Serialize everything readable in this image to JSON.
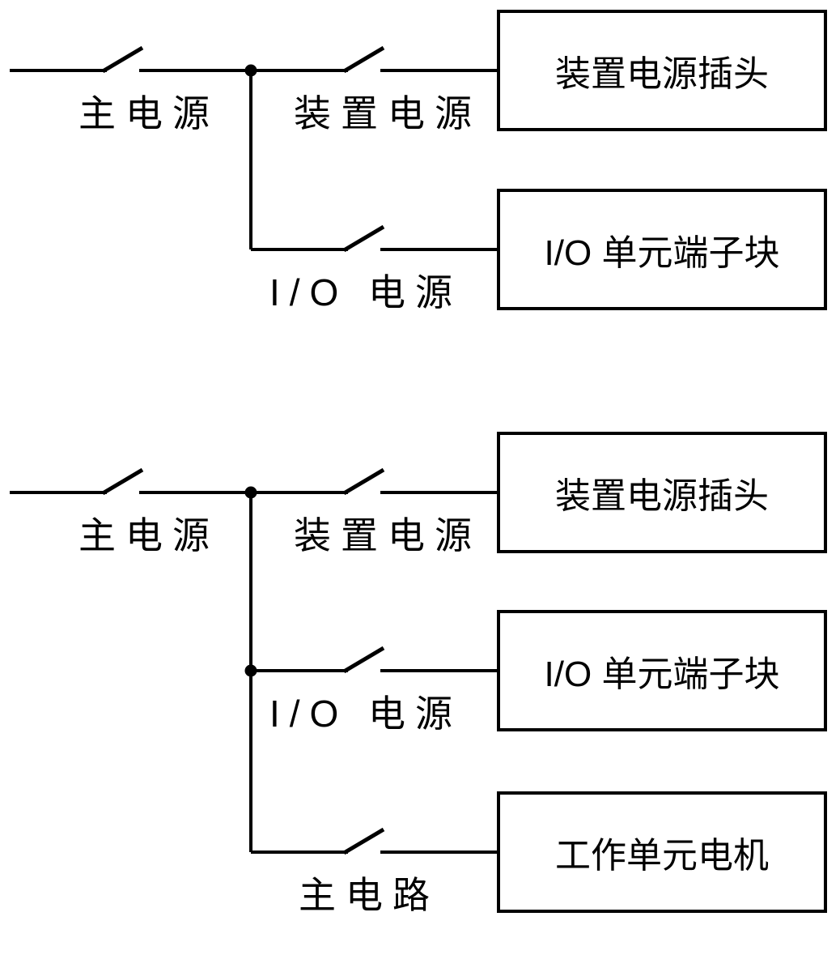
{
  "page": {
    "background_color": "#ffffff",
    "line_color": "#000000"
  },
  "diagram_top": {
    "main_switch_label": "主电源",
    "branches": [
      {
        "switch_label": "装置电源",
        "box_label": "装置电源插头"
      },
      {
        "switch_label": "I/O 电源",
        "box_label": "I/O 单元端子块"
      }
    ]
  },
  "diagram_bottom": {
    "main_switch_label": "主电源",
    "branches": [
      {
        "switch_label": "装置电源",
        "box_label": "装置电源插头"
      },
      {
        "switch_label": "I/O 电源",
        "box_label": "I/O 单元端子块"
      },
      {
        "switch_label": "主电路",
        "box_label": "工作单元电机"
      }
    ]
  }
}
